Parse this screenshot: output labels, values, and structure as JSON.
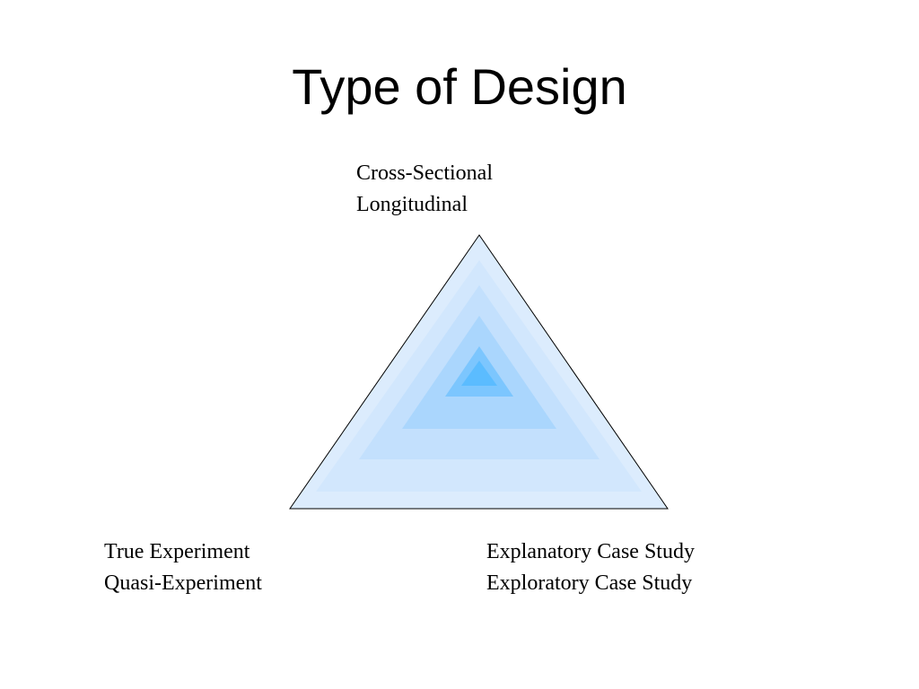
{
  "slide": {
    "title": "Type of Design",
    "vertices": {
      "top": [
        "Cross-Sectional",
        "Longitudinal"
      ],
      "bottom_left": [
        "True Experiment",
        "Quasi-Experiment"
      ],
      "bottom_right": [
        "Explanatory Case Study",
        "Exploratory Case Study"
      ]
    }
  },
  "colors": {
    "outline": "#000000",
    "gradient_outer": "#dcecfd",
    "gradient_inner": "#4db8ff"
  }
}
